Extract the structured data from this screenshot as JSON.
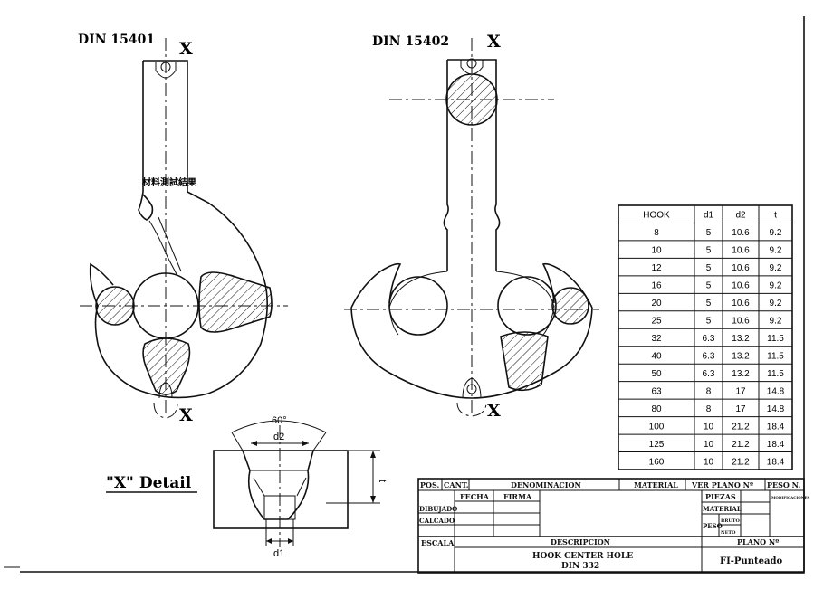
{
  "views": {
    "din1_title": "DIN 15401",
    "din2_title": "DIN 15402",
    "x_label": "X",
    "cjk_note": "材料測試結果",
    "detail_title": "\"X\" Detail",
    "angle_label": "60°",
    "d2_label": "d2",
    "d1_label": "d1",
    "t_label": "t"
  },
  "table": {
    "headers": [
      "HOOK",
      "d1",
      "d2",
      "t"
    ],
    "rows": [
      [
        "8",
        "5",
        "10.6",
        "9.2"
      ],
      [
        "10",
        "5",
        "10.6",
        "9.2"
      ],
      [
        "12",
        "5",
        "10.6",
        "9.2"
      ],
      [
        "16",
        "5",
        "10.6",
        "9.2"
      ],
      [
        "20",
        "5",
        "10.6",
        "9.2"
      ],
      [
        "25",
        "5",
        "10.6",
        "9.2"
      ],
      [
        "32",
        "6.3",
        "13.2",
        "11.5"
      ],
      [
        "40",
        "6.3",
        "13.2",
        "11.5"
      ],
      [
        "50",
        "6.3",
        "13.2",
        "11.5"
      ],
      [
        "63",
        "8",
        "17",
        "14.8"
      ],
      [
        "80",
        "8",
        "17",
        "14.8"
      ],
      [
        "100",
        "10",
        "21.2",
        "18.4"
      ],
      [
        "125",
        "10",
        "21.2",
        "18.4"
      ],
      [
        "160",
        "10",
        "21.2",
        "18.4"
      ]
    ]
  },
  "titleblock": {
    "pos": "POS.",
    "cant": "CANT.",
    "denominacion": "DENOMINACION",
    "material": "MATERIAL",
    "ver_plano": "VER PLANO Nº",
    "peso_n": "PESO N.",
    "fecha": "FECHA",
    "firma": "FIRMA",
    "piezas": "PIEZAS",
    "modificaciones": "MODIFICACIONES",
    "dibujado": "DIBUJADO",
    "calcado": "CALCADO",
    "material2": "MATERIAL",
    "peso": "PESO",
    "bruto": "BRUTO",
    "neto": "NETO",
    "escala": "ESCALA",
    "descripcion": "DESCRIPCION",
    "plano_n": "PLANO Nº",
    "desc1": "HOOK CENTER HOLE",
    "desc2": "DIN 332",
    "plano_value": "FI-Punteado"
  }
}
